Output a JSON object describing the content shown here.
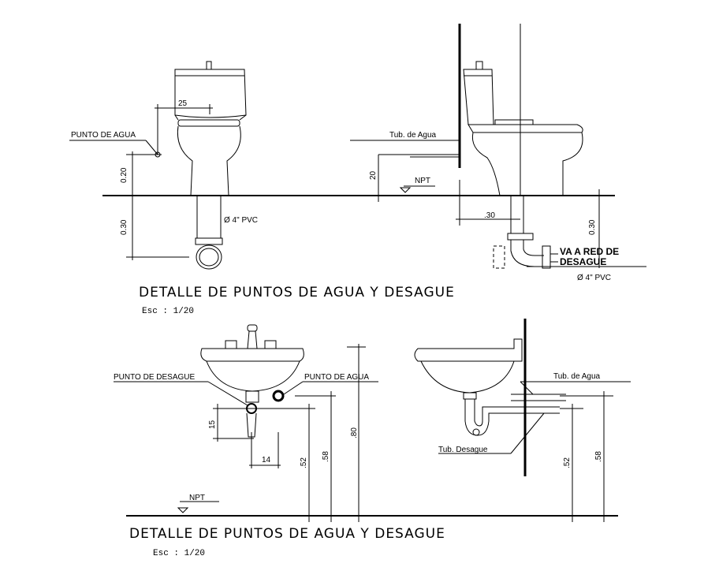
{
  "top_detail": {
    "title": "DETALLE DE PUNTOS DE AGUA Y DESAGUE",
    "scale": "Esc : 1/20",
    "front": {
      "punto_agua": "PUNTO DE AGUA",
      "dim_25": "25",
      "dim_020": "0.20",
      "dim_030": "0.30",
      "pvc": "Ø 4\" PVC"
    },
    "side": {
      "tub_agua": "Tub. de Agua",
      "npt": "NPT",
      "dim_20": "20",
      "dim_30": ".30",
      "dim_030": "0.30",
      "red_line1": "VA A RED DE",
      "red_line2": "DESAGUE",
      "pvc": "Ø 4\" PVC"
    }
  },
  "bottom_detail": {
    "title": "DETALLE DE PUNTOS DE AGUA Y DESAGUE",
    "scale": "Esc : 1/20",
    "front": {
      "punto_desague": "PUNTO DE DESAGUE",
      "punto_agua": "PUNTO DE AGUA",
      "dim_15": "15",
      "dim_14": "14",
      "dim_52": ".52",
      "dim_58": ".58",
      "dim_80": ".80",
      "npt": "NPT"
    },
    "side": {
      "tub_agua": "Tub. de Agua",
      "tub_desague": "Tub. Desague",
      "dim_52": ".52",
      "dim_58": ".58"
    }
  }
}
